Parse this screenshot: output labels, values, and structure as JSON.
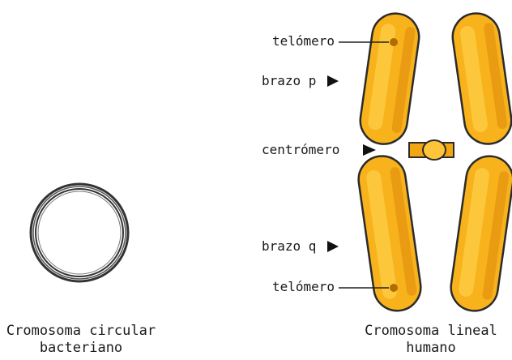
{
  "labels": {
    "telomere_top": "telómero",
    "arm_p": "brazo p",
    "centromere": "centrómero",
    "arm_q": "brazo q",
    "telomere_bottom": "telómero"
  },
  "captions": {
    "bacterial": {
      "line1": "Cromosoma circular",
      "line2": "bacteriano"
    },
    "human": {
      "line1": "Cromosoma lineal",
      "line2": "humano"
    }
  },
  "colors": {
    "chromatid_fill": "#f7b21c",
    "chromatid_dark": "#e08e0b",
    "chromatid_light": "#ffd04a",
    "outline": "#2b2b2b",
    "ring": "#333333"
  },
  "icons": [
    "circular-chromosome-ring",
    "linear-chromosome",
    "pointer-arrow-icon"
  ]
}
